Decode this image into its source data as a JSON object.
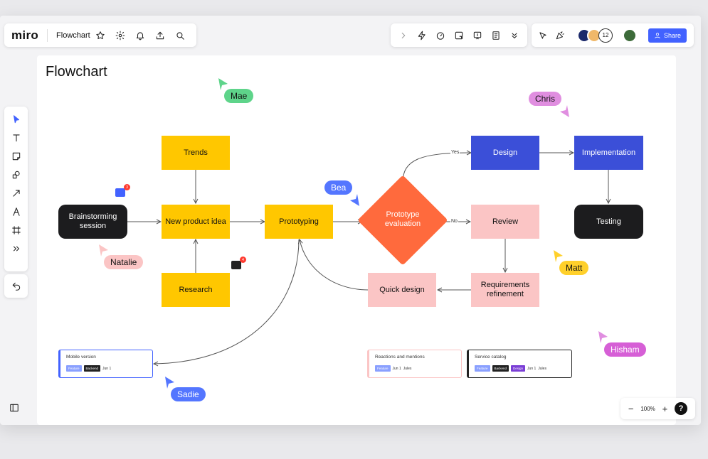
{
  "app": {
    "logo": "miro",
    "board_title": "Flowchart"
  },
  "topright": {
    "participant_count": "12",
    "share_label": "Share"
  },
  "zoom": {
    "minus": "−",
    "level": "100%",
    "plus": "+",
    "help": "?"
  },
  "canvas": {
    "title": "Flowchart"
  },
  "nodes": {
    "trends": "Trends",
    "brainstorm": "Brainstorming session",
    "new_product": "New product idea",
    "research": "Research",
    "prototyping": "Prototyping",
    "prototype_eval": "Prototype evaluation",
    "design": "Design",
    "implementation": "Implementation",
    "testing": "Testing",
    "review": "Review",
    "requirements": "Requirements refinement",
    "quick_design": "Quick design"
  },
  "edges": {
    "yes": "Yes",
    "no": "No"
  },
  "cursors": [
    {
      "name": "Mae",
      "color": "#5ed48a"
    },
    {
      "name": "Chris",
      "color": "#e08ee0"
    },
    {
      "name": "Bea",
      "color": "#5476ff"
    },
    {
      "name": "Natalie",
      "color": "#fbc5c5"
    },
    {
      "name": "Matt",
      "color": "#ffd02b"
    },
    {
      "name": "Hisham",
      "color": "#e08ee0"
    },
    {
      "name": "Sadie",
      "color": "#5476ff"
    }
  ],
  "comments": {
    "badge_1": "3",
    "badge_2": "4"
  },
  "cards": [
    {
      "title": "Mobile version",
      "tags": [
        "Feature",
        "Backend"
      ],
      "meta": "Jun 1"
    },
    {
      "title": "Reactions and mentions",
      "tags": [
        "Feature"
      ],
      "meta": "Jun 1",
      "assignee": "Jules"
    },
    {
      "title": "Service catalog",
      "tags": [
        "Feature",
        "Backend",
        "Design"
      ],
      "meta": "Jun 1",
      "assignee": "Jules"
    }
  ],
  "colors": {
    "accent": "#4262ff",
    "yellow": "#ffc700",
    "dark": "#1c1c1e",
    "blue": "#3b4fd8",
    "pink": "#fbc5c5",
    "orange": "#ff6a3d"
  }
}
